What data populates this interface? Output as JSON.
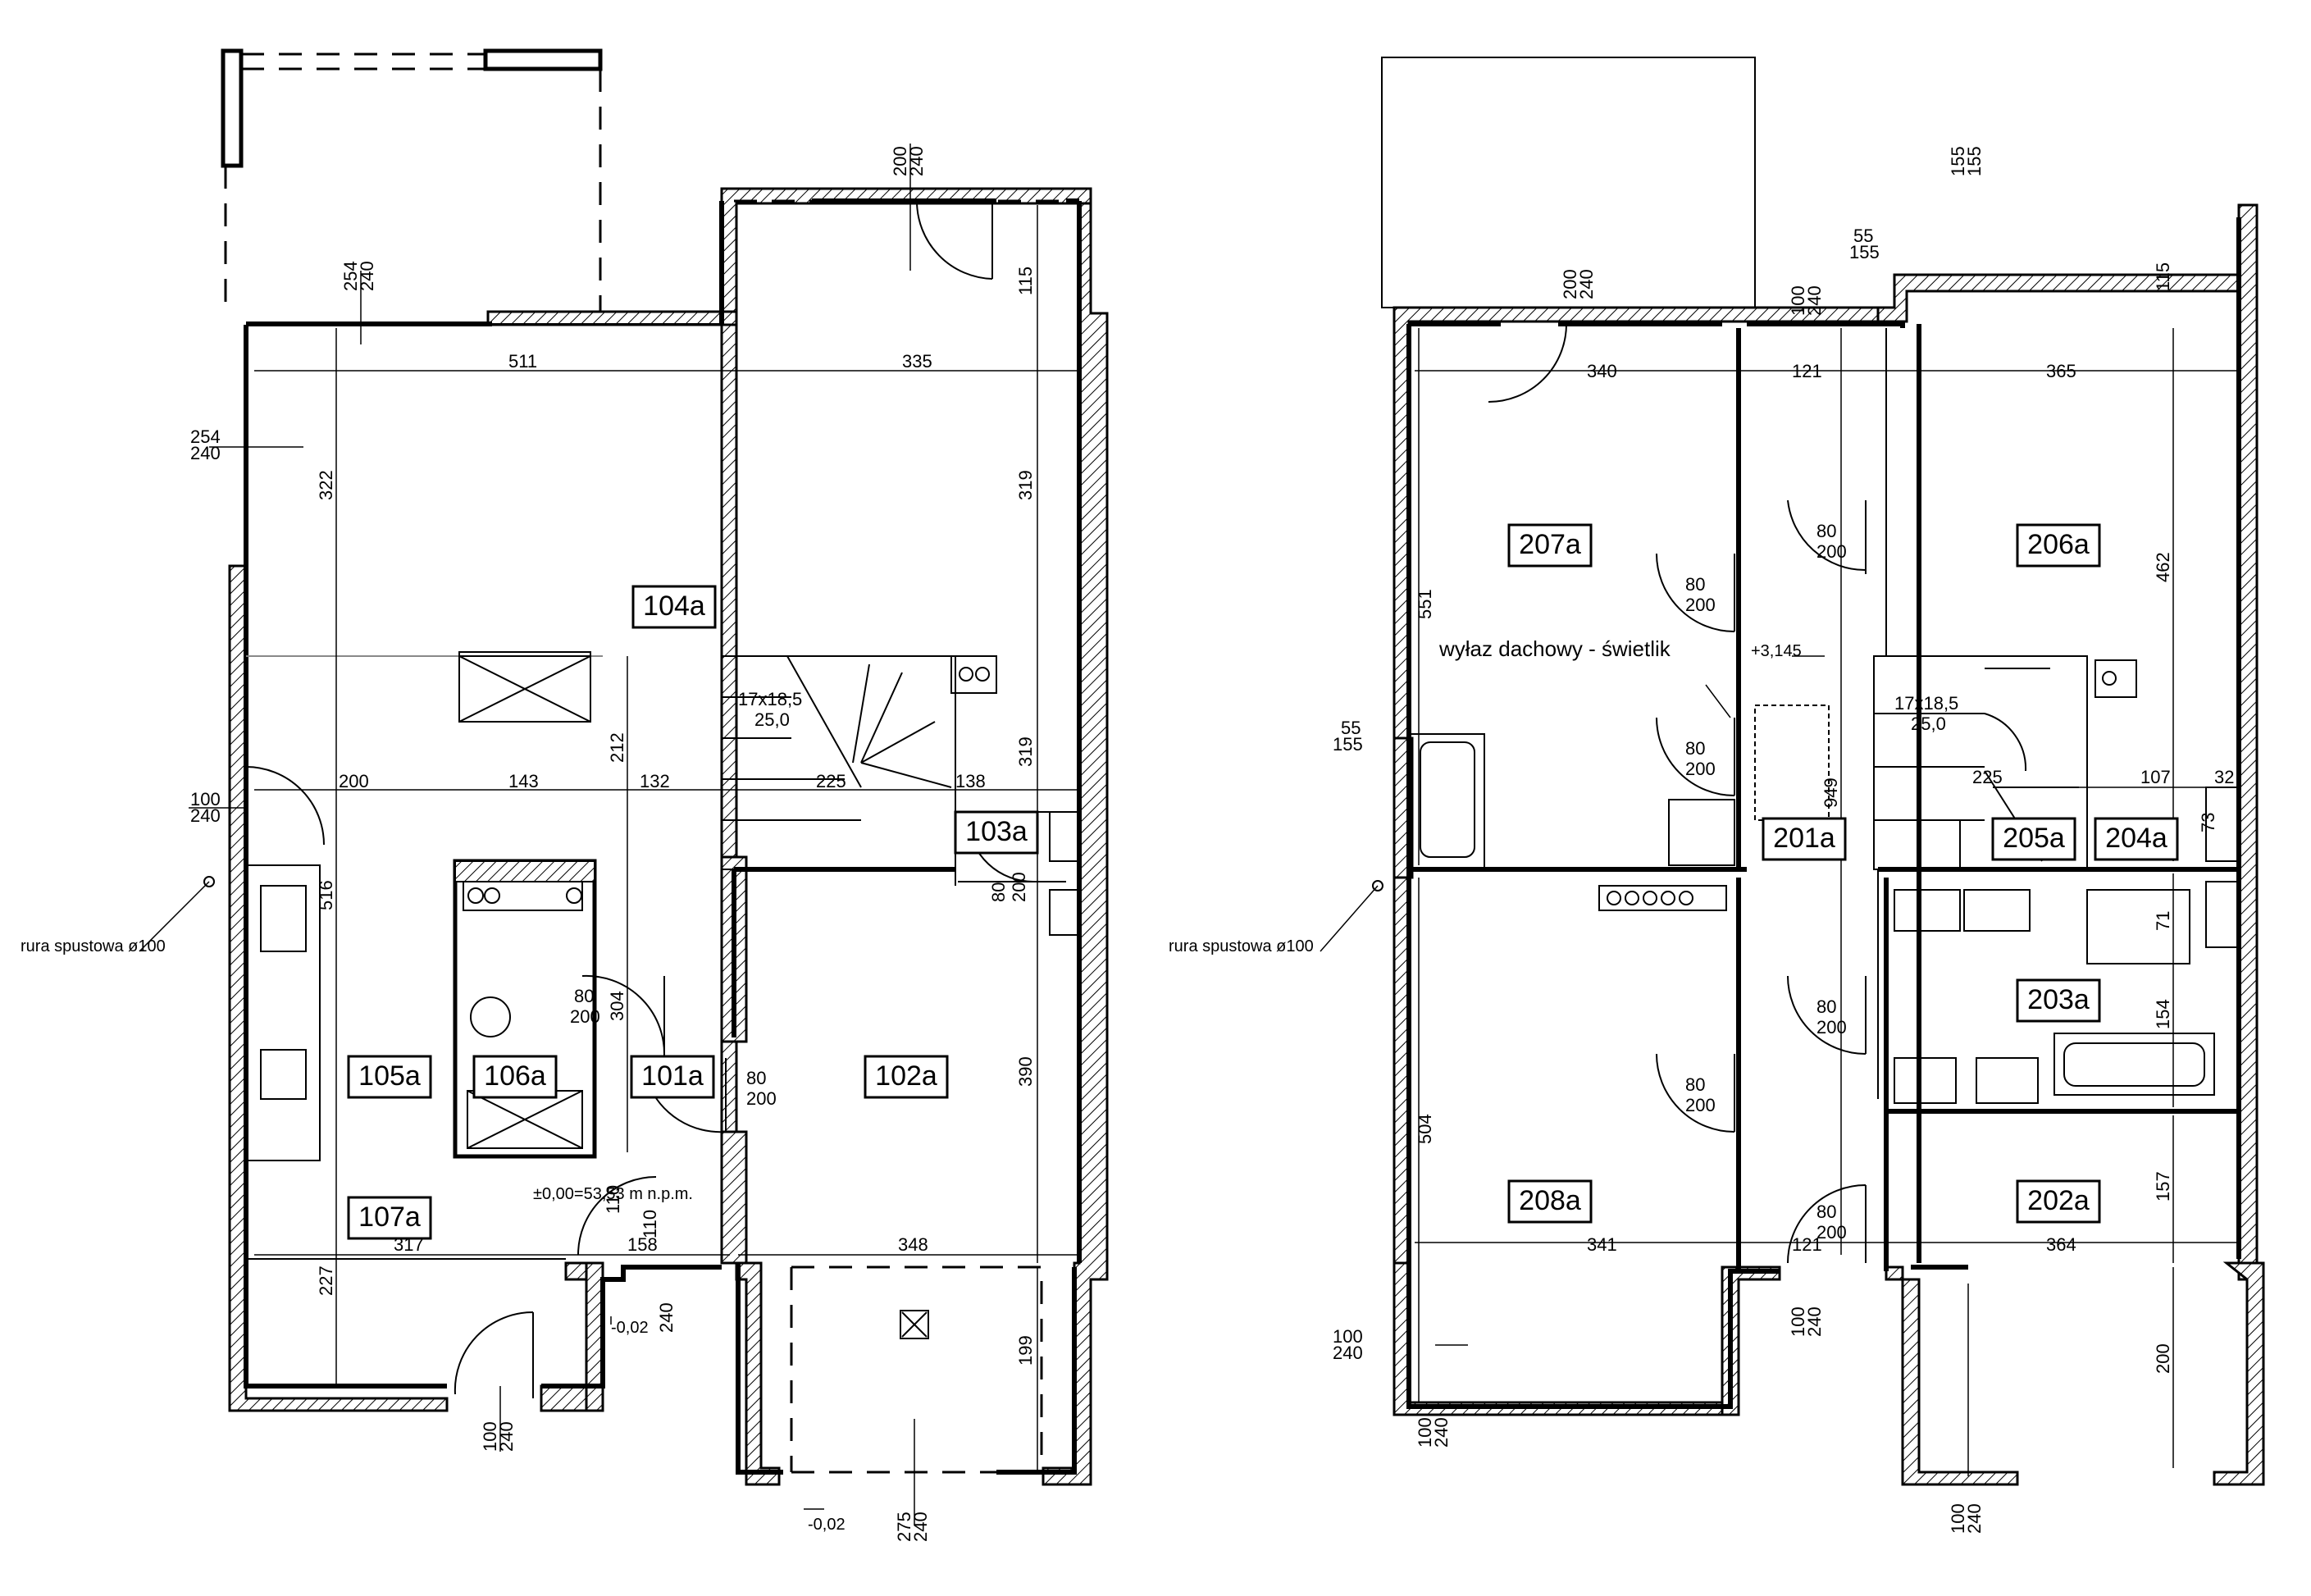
{
  "ground_floor": {
    "rooms": [
      {
        "id": "r104",
        "label": "104a"
      },
      {
        "id": "r105",
        "label": "105a"
      },
      {
        "id": "r106",
        "label": "106a"
      },
      {
        "id": "r101",
        "label": "101a"
      },
      {
        "id": "r102",
        "label": "102a"
      },
      {
        "id": "r103",
        "label": "103a"
      },
      {
        "id": "r107",
        "label": "107a"
      }
    ],
    "dimensions": {
      "d511": "511",
      "d335": "335",
      "d322": "322",
      "d319a": "319",
      "d200": "200",
      "d143": "143",
      "d132": "132",
      "d225": "225",
      "d138": "138",
      "d212": "212",
      "d319b": "319",
      "d516": "516",
      "d390": "390",
      "d317": "317",
      "d348": "348",
      "d227": "227",
      "d199": "199",
      "d115": "115",
      "d158": "158",
      "d110": "110",
      "d304": "304"
    },
    "door_80": "80",
    "door_200": "200",
    "window_200_240": {
      "a": "200",
      "b": "240"
    },
    "window_254_240_top": {
      "a": "254",
      "b": "240"
    },
    "window_254_240_left": {
      "a": "254",
      "b": "240"
    },
    "window_100_240_left": {
      "a": "100",
      "b": "240"
    },
    "window_100_240_bottom": {
      "a": "100",
      "b": "240"
    },
    "window_275_240_bottom": {
      "a": "275",
      "b": "240"
    },
    "window_110_240": {
      "a": "110",
      "b": "240"
    },
    "stairs": {
      "spec": "17x18,5",
      "tread": "25,0"
    },
    "level_0": "±0,00=53,53 m n.p.m.",
    "level_minus_002_a": "-0,02",
    "level_minus_002_b": "-0,02",
    "downpipe": "rura spustowa ø100"
  },
  "first_floor": {
    "rooms": [
      {
        "id": "r207",
        "label": "207a"
      },
      {
        "id": "r206",
        "label": "206a"
      },
      {
        "id": "r201",
        "label": "201a"
      },
      {
        "id": "r205",
        "label": "205a"
      },
      {
        "id": "r204",
        "label": "204a"
      },
      {
        "id": "r203",
        "label": "203a"
      },
      {
        "id": "r208",
        "label": "208a"
      },
      {
        "id": "r202",
        "label": "202a"
      }
    ],
    "dimensions": {
      "d340": "340",
      "d121a": "121",
      "d365": "365",
      "d551": "551",
      "d462": "462",
      "d115": "115",
      "d949": "949",
      "d225": "225",
      "d107": "107",
      "d32": "32",
      "d73": "73",
      "d71": "71",
      "d504": "504",
      "d154": "154",
      "d157": "157",
      "d341": "341",
      "d121b": "121",
      "d364": "364",
      "d200": "200"
    },
    "door_80": "80",
    "door_200": "200",
    "skylight": "wyłaz dachowy - świetlik",
    "level_3145": "+3,145",
    "stairs": {
      "spec": "17x18,5",
      "tread": "25,0"
    },
    "window_200_240": {
      "a": "200",
      "b": "240"
    },
    "window_100_240_top": {
      "a": "100",
      "b": "240"
    },
    "window_155_155": {
      "a": "155",
      "b": "155"
    },
    "window_55_155_top": {
      "a": "55",
      "b": "155"
    },
    "window_55_155_left": {
      "a": "55",
      "b": "155"
    },
    "window_100_240_left": {
      "a": "100",
      "b": "240"
    },
    "window_100_240_bl": {
      "a": "100",
      "b": "240"
    },
    "window_100_240_bm": {
      "a": "100",
      "b": "240"
    },
    "window_100_240_br": {
      "a": "100",
      "b": "240"
    },
    "downpipe": "rura spustowa ø100"
  }
}
